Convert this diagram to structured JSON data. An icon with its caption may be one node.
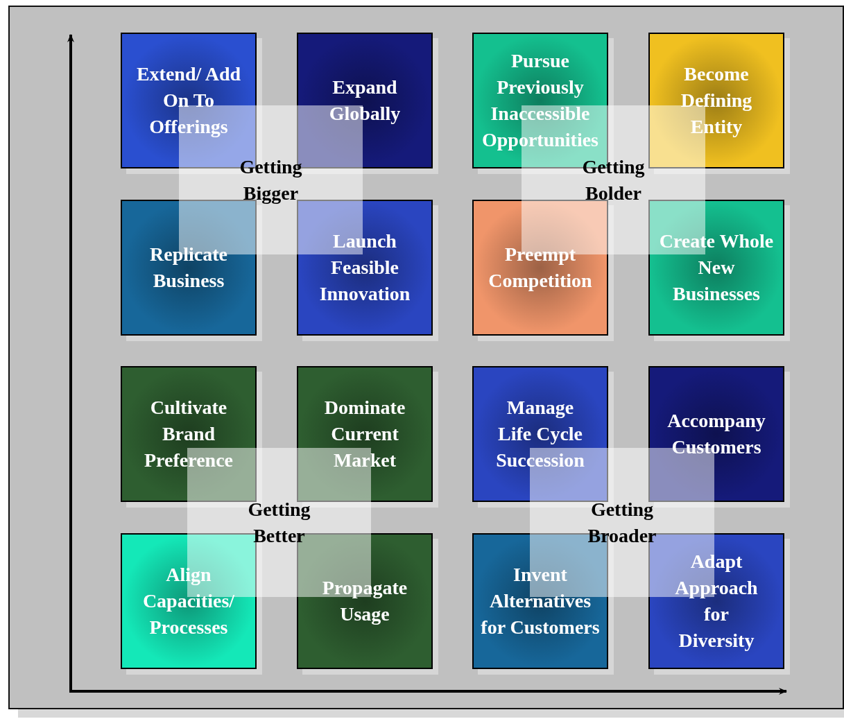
{
  "diagram": {
    "nodes": [
      {
        "text": [
          "Extend/ Add On To Offerings"
        ]
      },
      {
        "text": [
          "Expand Globally"
        ]
      },
      {
        "text": [
          "Pursue Previously Inaccessible Opportunities"
        ]
      },
      {
        "text": [
          "Become Defining Entity"
        ]
      },
      {
        "text": [
          "Replicate Business"
        ]
      },
      {
        "text": [
          "Launch Feasible Innovation"
        ]
      },
      {
        "text": [
          "Preempt Competition"
        ]
      },
      {
        "text": [
          "Create Whole New Businesses"
        ]
      },
      {
        "text": [
          "Cultivate Brand Preference"
        ]
      },
      {
        "text": [
          "Dominate Current Market"
        ]
      },
      {
        "text": [
          "Manage Life Cycle Succession"
        ]
      },
      {
        "text": [
          "Accompany Customers"
        ]
      },
      {
        "text": [
          "Align Capacities/ Processes"
        ]
      },
      {
        "text": [
          "Propagate Usage"
        ]
      },
      {
        "text": [
          "Invent Alternatives for Customers"
        ]
      },
      {
        "text": [
          "Adapt Approach for Diversity"
        ]
      },
      {
        "text": [
          "Getting Bigger"
        ]
      },
      {
        "text": [
          "Getting Bolder"
        ]
      },
      {
        "text": [
          "Getting Better"
        ]
      },
      {
        "text": [
          "Getting Broader"
        ]
      }
    ],
    "edges": []
  }
}
